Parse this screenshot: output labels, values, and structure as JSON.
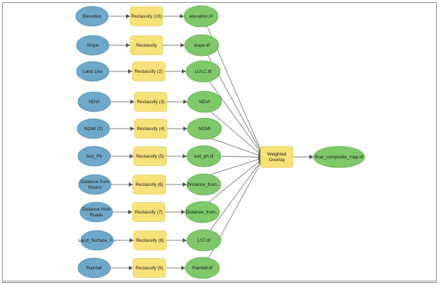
{
  "colors": {
    "input_fill": "#6fa8c8",
    "input_stroke": "#5b93b3",
    "tool_fill": "#f5e27a",
    "tool_stroke": "#e8cf5a",
    "output_fill": "#7fc96a",
    "output_stroke": "#63b04f",
    "connector": "#555555"
  },
  "rows": [
    {
      "input": [
        "Elevation"
      ],
      "tool": [
        "Reclassify (10)"
      ],
      "output": [
        "elevation.tif"
      ]
    },
    {
      "input": [
        "Slope"
      ],
      "tool": [
        "Reclassify"
      ],
      "output": [
        "slope.tif"
      ]
    },
    {
      "input": [
        "Land Use"
      ],
      "tool": [
        "Reclassify (2)"
      ],
      "output": [
        "LULC.tif"
      ]
    },
    {
      "input": [
        "NDVI"
      ],
      "tool": [
        "Reclassify (3)"
      ],
      "output": [
        "NDVI"
      ]
    },
    {
      "input": [
        "NDMI (2)"
      ],
      "tool": [
        "Reclassify (4)"
      ],
      "output": [
        "NDMI"
      ]
    },
    {
      "input": [
        "Soil_Ph"
      ],
      "tool": [
        "Reclassify (5)"
      ],
      "output": [
        "soil_ph.tif"
      ]
    },
    {
      "input": [
        "Distance from",
        "Rivers"
      ],
      "tool": [
        "Reclassify (6)"
      ],
      "output": [
        "Distance_from..."
      ]
    },
    {
      "input": [
        "Distance from",
        "Roads"
      ],
      "tool": [
        "Reclassify (7)"
      ],
      "output": [
        "Distance_from..."
      ]
    },
    {
      "input": [
        "Land_Surface_T..."
      ],
      "tool": [
        "Reclassify (8)"
      ],
      "output": [
        "LST.tif"
      ]
    },
    {
      "input": [
        "Rainfall"
      ],
      "tool": [
        "Reclassify (9)"
      ],
      "output": [
        "Rainfall.tif"
      ]
    }
  ],
  "overlay": {
    "label": [
      "Weighted",
      "Overlay"
    ]
  },
  "final": {
    "label": [
      "final_composite_map.tif"
    ]
  }
}
